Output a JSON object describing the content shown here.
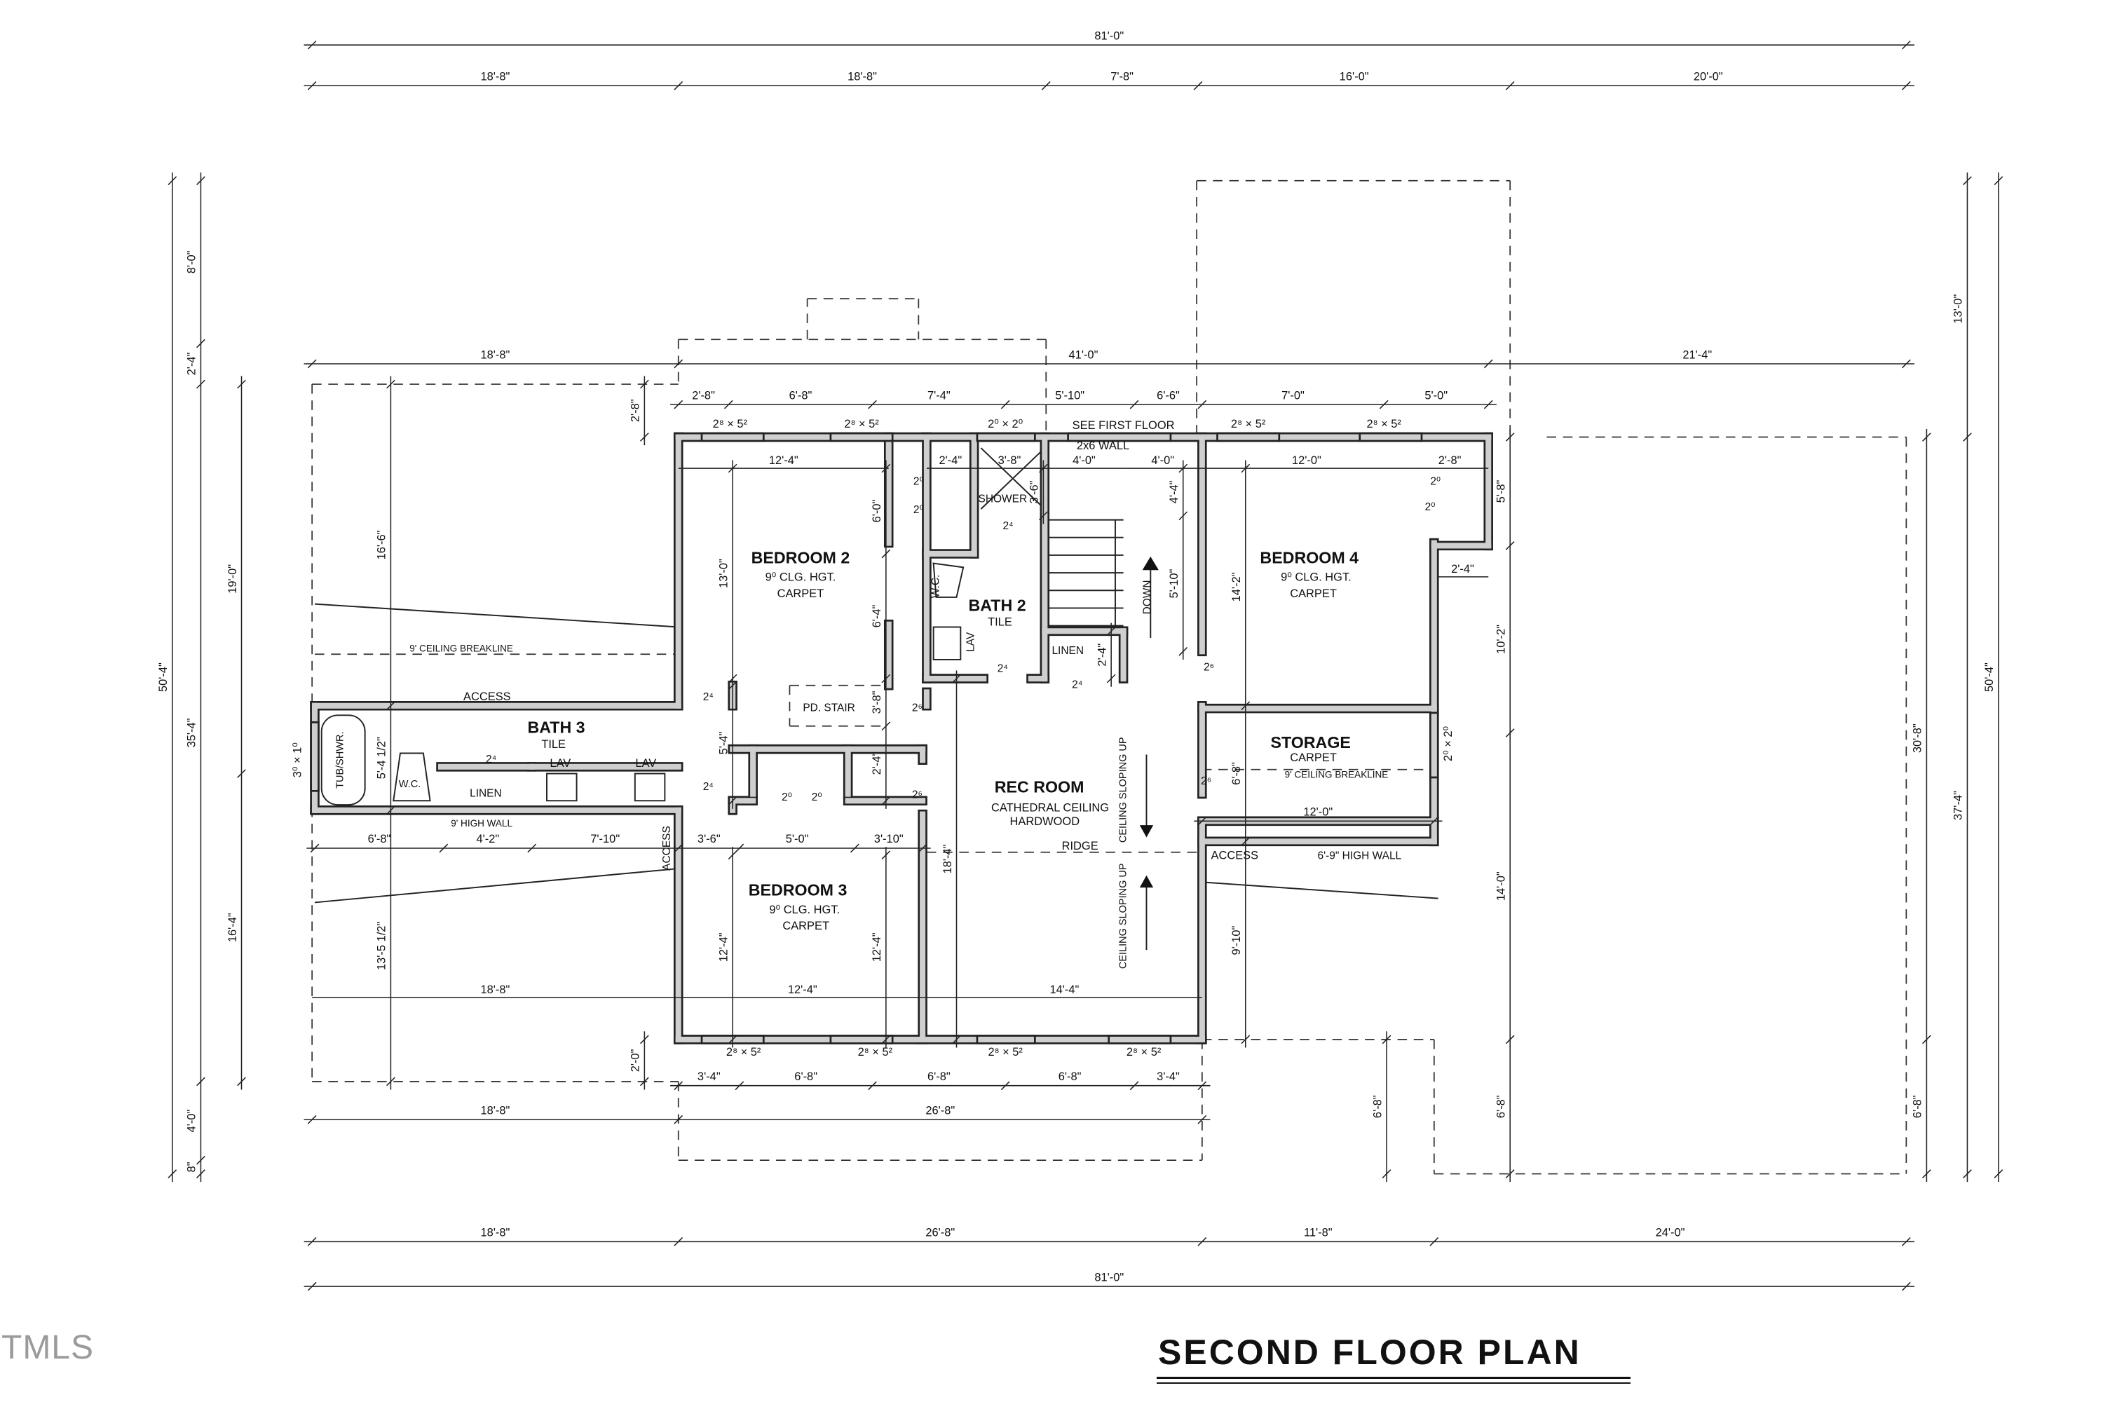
{
  "title": "SECOND FLOOR PLAN",
  "watermark": "TMLS",
  "rooms": {
    "bedroom2": {
      "name": "BEDROOM 2",
      "ceiling": "9⁰ CLG. HGT.",
      "floor": "CARPET"
    },
    "bath2": {
      "name": "BATH 2",
      "floor": "TILE"
    },
    "rec_room": {
      "name": "REC ROOM",
      "ceiling": "CATHEDRAL CEILING",
      "floor": "HARDWOOD"
    },
    "bedroom4": {
      "name": "BEDROOM 4",
      "ceiling": "9⁰ CLG. HGT.",
      "floor": "CARPET"
    },
    "storage": {
      "name": "STORAGE",
      "floor": "CARPET"
    },
    "bath3": {
      "name": "BATH 3",
      "floor": "TILE"
    },
    "bedroom3": {
      "name": "BEDROOM 3",
      "ceiling": "9⁰ CLG. HGT.",
      "floor": "CARPET"
    }
  },
  "notes": {
    "see_first_floor": "SEE FIRST FLOOR",
    "wall_2x6": "2x6 WALL",
    "shower": "SHOWER",
    "wc": "W.C.",
    "lav": "LAV",
    "linen": "LINEN",
    "down": "DOWN",
    "pd_stair": "PD. STAIR",
    "ceiling_sloping_up": "CEILING SLOPING UP",
    "ridge": "RIDGE",
    "access": "ACCESS",
    "ceiling_breakline": "9' CEILING BREAKLINE",
    "high_wall_9": "9' HIGH WALL",
    "high_wall_6_9": "6'-9\" HIGH WALL",
    "tub_shower": "TUB/SHWR.",
    "window_2852": "2⁸ × 5²",
    "window_2020": "2⁰ × 2⁰",
    "window_3010": "3⁰ × 1⁰",
    "door_24": "2⁴",
    "door_26": "2⁶",
    "door_20": "2⁰"
  },
  "dimensions": {
    "top_overall": [
      "81'-0\""
    ],
    "top_row2": [
      "18'-8\"",
      "18'-8\"",
      "7'-8\"",
      "16'-0\"",
      "20'-0\""
    ],
    "top_row3": [
      "18'-8\"",
      "41'-0\"",
      "21'-4\""
    ],
    "top_row4": [
      "2'-8\"",
      "6'-8\"",
      "7'-4\"",
      "5'-10\"",
      "6'-6\"",
      "7'-0\"",
      "5'-0\""
    ],
    "interior_top": [
      "12'-4\"",
      "2'-4\"",
      "3'-8\"",
      "4'-0\"",
      "4'-0\"",
      "12'-0\"",
      "2'-8\""
    ],
    "bath3_row": [
      "6'-8\"",
      "4'-2\"",
      "7'-10\"",
      "3'-6\"",
      "5'-0\"",
      "3'-10\""
    ],
    "storage_width": [
      "12'-0\""
    ],
    "bedroom3_width": [
      "18'-8\"",
      "12'-4\"",
      "14'-4\""
    ],
    "bottom_row1": [
      "3'-4\"",
      "6'-8\"",
      "6'-8\"",
      "6'-8\"",
      "3'-4\""
    ],
    "bottom_row2": [
      "18'-8\"",
      "26'-8\""
    ],
    "bottom_row3": [
      "18'-8\"",
      "26'-8\"",
      "11'-8\"",
      "24'-0\""
    ],
    "bottom_overall": [
      "81'-0\""
    ],
    "left_overall": [
      "50'-4\""
    ],
    "left_row2": [
      "8'-0\"",
      "2'-4\"",
      "35'-4\"",
      "4'-0\"",
      "8\""
    ],
    "left_row3": [
      "19'-0\"",
      "16'-4\""
    ],
    "left_row4": [
      "16'-6\"",
      "5'-4 1/2\"",
      "13'-5 1/2\""
    ],
    "left_small_top": [
      "2'-8\""
    ],
    "left_small_bottom": [
      "2'-0\""
    ],
    "right_overall": [
      "50'-4\""
    ],
    "right_row2": [
      "13'-0\"",
      "37'-4\""
    ],
    "right_row3": [
      "30'-8\"",
      "6'-8\""
    ],
    "right_row4": [
      "5'-8\"",
      "10'-2\"",
      "14'-0\"",
      "6'-8\""
    ],
    "right_row5": [
      "6'-8\""
    ],
    "bed2_depth": [
      "13'-0\""
    ],
    "bed2_closet": [
      "6'-0\"",
      "6'-4\"",
      "3'-8\"",
      "2'-4\""
    ],
    "hall_depth": [
      "5'-4\""
    ],
    "rec_depth": [
      "18'-4\""
    ],
    "bed3_depth_left": [
      "12'-4\""
    ],
    "bed3_depth_right": [
      "12'-4\""
    ],
    "bed4_depth": [
      "14'-2\"",
      "6'-8\"",
      "9'-10\""
    ],
    "stair": [
      "4'-4\"",
      "5'-10\""
    ],
    "bath2_shower": [
      "3'-6\""
    ],
    "linen_depth": [
      "2'-4\""
    ],
    "bed4_closet": [
      "2'-4\""
    ],
    "small_bottom": [
      "8\"",
      "8\""
    ]
  }
}
